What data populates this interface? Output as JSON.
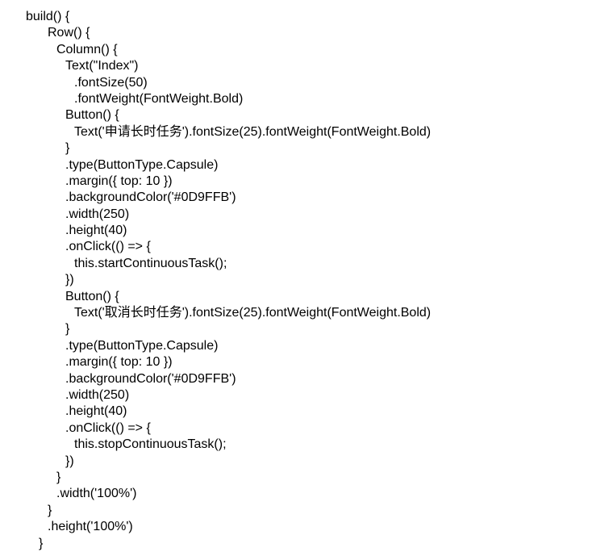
{
  "code": {
    "lines": [
      "build() {",
      "Row() {",
      "Column() {",
      "Text(\"Index\")",
      ".fontSize(50)",
      ".fontWeight(FontWeight.Bold)",
      "Button() {",
      "Text('申请长时任务').fontSize(25).fontWeight(FontWeight.Bold)",
      "}",
      ".type(ButtonType.Capsule)",
      ".margin({ top: 10 })",
      ".backgroundColor('#0D9FFB')",
      ".width(250)",
      ".height(40)",
      ".onClick(() => {",
      "this.startContinuousTask();",
      "})",
      "Button() {",
      "Text('取消长时任务').fontSize(25).fontWeight(FontWeight.Bold)",
      "}",
      ".type(ButtonType.Capsule)",
      ".margin({ top: 10 })",
      ".backgroundColor('#0D9FFB')",
      ".width(250)",
      ".height(40)",
      ".onClick(() => {",
      "this.stopContinuousTask();",
      "})",
      "}",
      ".width('100%')",
      "}",
      ".height('100%')",
      "}"
    ]
  }
}
